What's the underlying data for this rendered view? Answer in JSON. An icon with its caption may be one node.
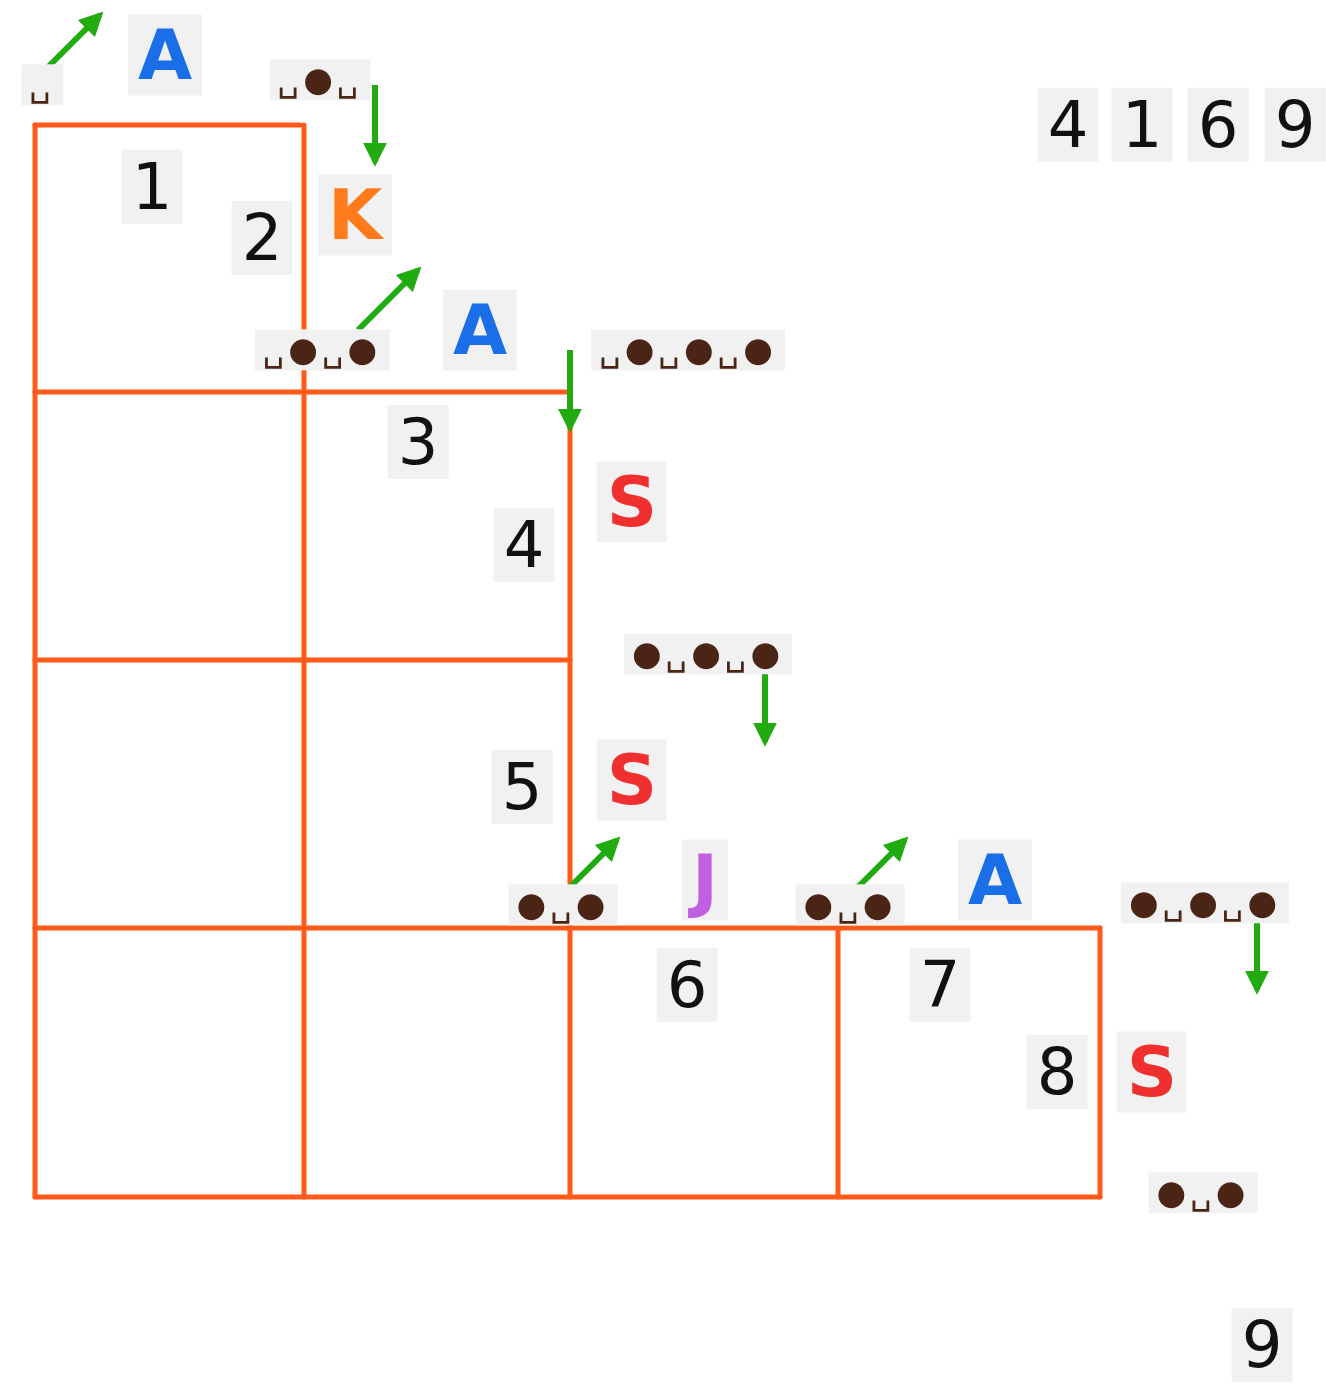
{
  "diagram": {
    "labels": [
      "␣",
      "A",
      "␣●␣",
      "4",
      "1",
      "6",
      "9",
      "1",
      "2",
      "K",
      "␣●␣●",
      "A",
      "␣●␣●␣●",
      "3",
      "S",
      "4",
      "●␣●␣●",
      "5",
      "S",
      "●␣●",
      "J",
      "●␣●",
      "A",
      "●␣●␣●",
      "6",
      "7",
      "8",
      "S",
      "●␣●",
      "9"
    ]
  }
}
